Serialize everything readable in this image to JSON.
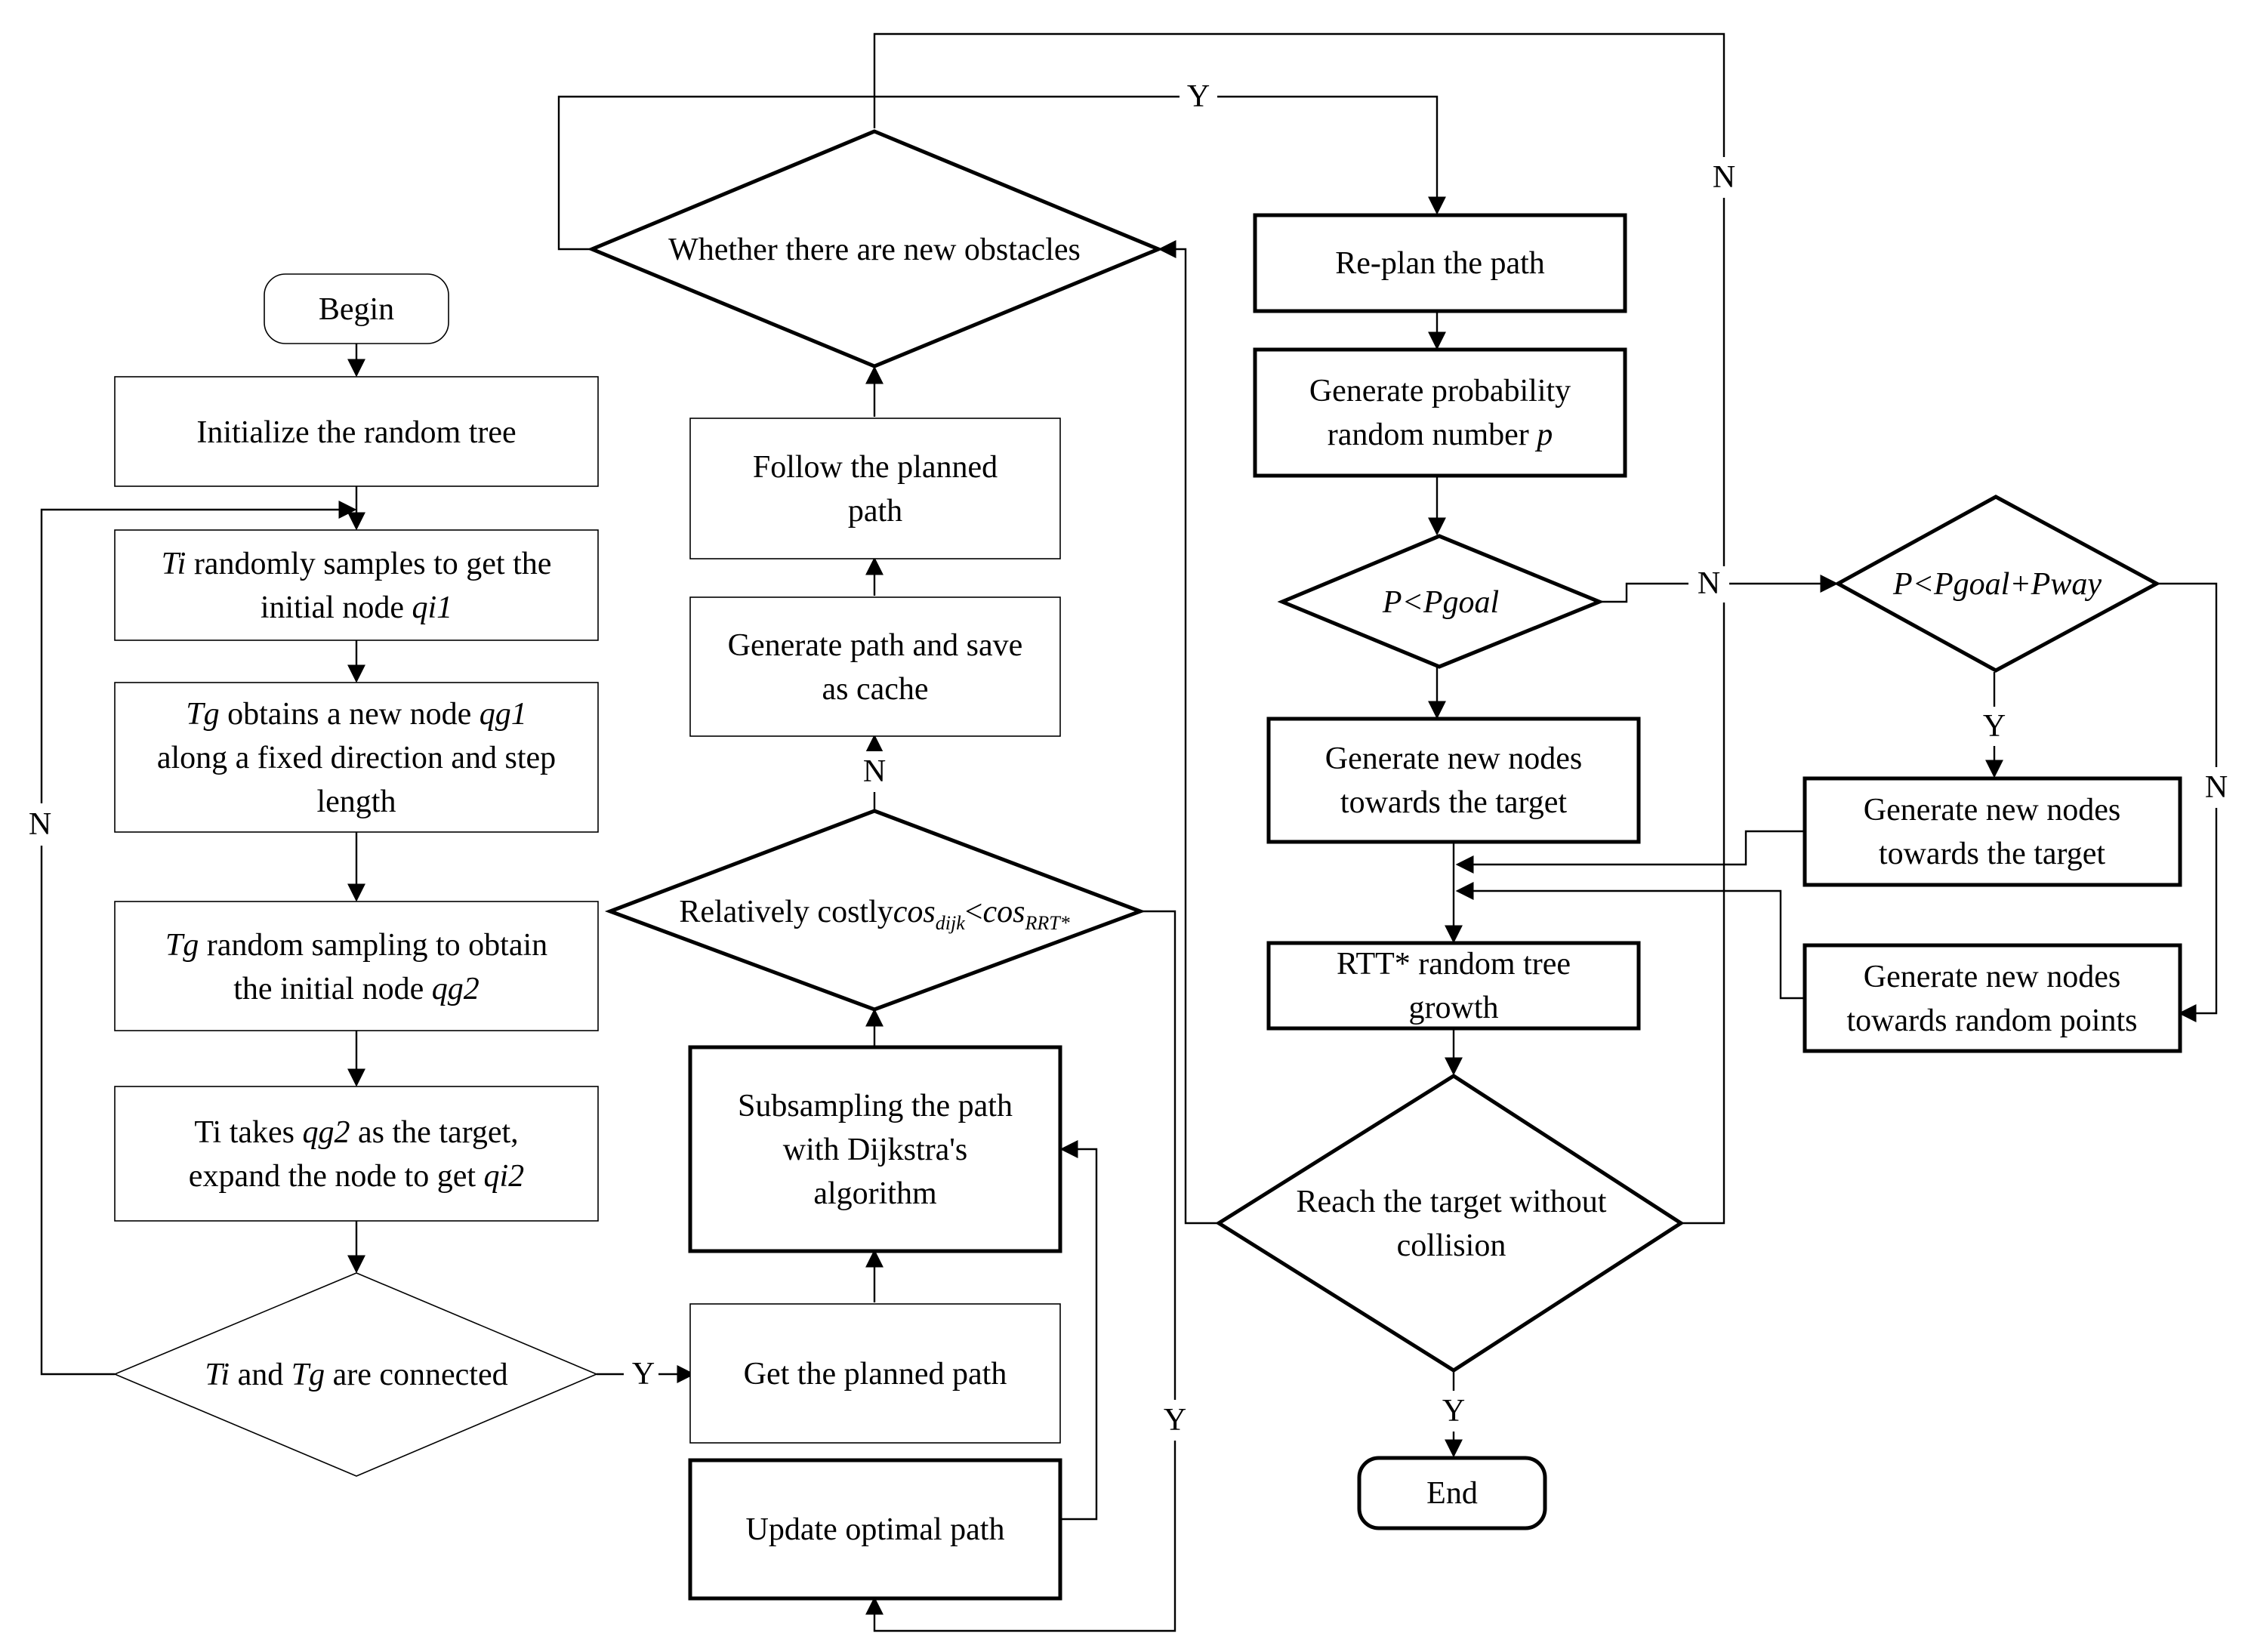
{
  "colors": {
    "line": "#000000",
    "fill": "#ffffff"
  },
  "nodes": {
    "begin": {
      "lines": [
        "Begin"
      ]
    },
    "init_tree": {
      "lines": [
        "Initialize the random tree"
      ]
    },
    "ti_sample": {
      "lines": [
        [
          {
            "t": "Ti",
            "i": true
          },
          {
            "t": " randomly samples to get the"
          }
        ],
        [
          {
            "t": "initial node "
          },
          {
            "t": "qi1",
            "i": true
          }
        ]
      ]
    },
    "tg_obtain": {
      "lines": [
        [
          {
            "t": "Tg",
            "i": true
          },
          {
            "t": " obtains a new node "
          },
          {
            "t": "qg1",
            "i": true
          }
        ],
        "along a fixed direction and step",
        "length"
      ]
    },
    "tg_random": {
      "lines": [
        [
          {
            "t": "Tg",
            "i": true
          },
          {
            "t": " random sampling to obtain"
          }
        ],
        [
          {
            "t": "the initial node "
          },
          {
            "t": "qg2",
            "i": true
          }
        ]
      ]
    },
    "ti_takes": {
      "lines": [
        [
          {
            "t": "Ti takes "
          },
          {
            "t": "qg2",
            "i": true
          },
          {
            "t": " as the target,"
          }
        ],
        [
          {
            "t": "expand the node to get "
          },
          {
            "t": "qi2",
            "i": true
          }
        ]
      ]
    },
    "connected": {
      "lines": [
        [
          {
            "t": "Ti",
            "i": true
          },
          {
            "t": " and "
          },
          {
            "t": "Tg",
            "i": true
          },
          {
            "t": " are connected"
          }
        ]
      ]
    },
    "get_path": {
      "lines": [
        "Get the planned path"
      ]
    },
    "update_path": {
      "lines": [
        "Update optimal path"
      ]
    },
    "subsample": {
      "lines": [
        "Subsampling the path",
        "with Dijkstra's",
        "algorithm"
      ]
    },
    "costly": {
      "lines": [
        [
          {
            "t": "Relatively costly"
          },
          {
            "t": "cos",
            "i": true
          },
          {
            "t": "dijk",
            "i": true,
            "sub": true
          },
          {
            "t": "<"
          },
          {
            "t": "cos",
            "i": true
          },
          {
            "t": "RRT*",
            "i": true,
            "sub": true
          }
        ]
      ]
    },
    "gen_cache": {
      "lines": [
        "Generate path and save",
        "as cache"
      ]
    },
    "follow": {
      "lines": [
        "Follow the planned",
        "path"
      ]
    },
    "new_obstacles": {
      "lines": [
        "Whether there are new obstacles"
      ]
    },
    "replan": {
      "lines": [
        "Re-plan the path"
      ]
    },
    "gen_prob": {
      "lines": [
        "Generate probability",
        [
          {
            "t": "random number "
          },
          {
            "t": "p",
            "i": true
          }
        ]
      ]
    },
    "p_goal": {
      "lines": [
        [
          {
            "t": "P<Pgoal",
            "i": true
          }
        ]
      ]
    },
    "p_way": {
      "lines": [
        [
          {
            "t": "P<Pgoal+Pway",
            "i": true
          }
        ]
      ]
    },
    "gen_target_1": {
      "lines": [
        "Generate new nodes",
        "towards the target"
      ]
    },
    "gen_target_2": {
      "lines": [
        "Generate new nodes",
        "towards the target"
      ]
    },
    "gen_random": {
      "lines": [
        "Generate new nodes",
        "towards random points"
      ]
    },
    "rrt_growth": {
      "lines": [
        "RTT* random tree",
        "growth"
      ]
    },
    "reach": {
      "lines": [
        "Reach the target without",
        "collision"
      ]
    },
    "end": {
      "lines": [
        "End"
      ]
    }
  },
  "edge_labels": {
    "n_left": "N",
    "y_connected": "Y",
    "n_costly": "N",
    "y_costly": "Y",
    "y_obstacles": "Y",
    "n_top": "N",
    "n_pgoal": "N",
    "y_pway": "Y",
    "n_pway": "N",
    "y_reach": "Y"
  }
}
